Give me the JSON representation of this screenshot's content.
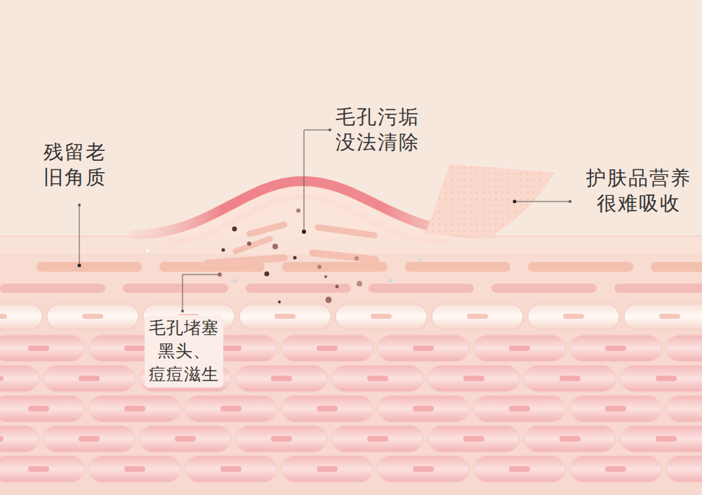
{
  "diagram": {
    "labels": [
      "残留老 旧角质",
      "毛孔污垢 没法清除",
      "护肤品营养 很难吸收",
      "毛孔堵塞 黑头、痘痘滋生"
    ]
  }
}
